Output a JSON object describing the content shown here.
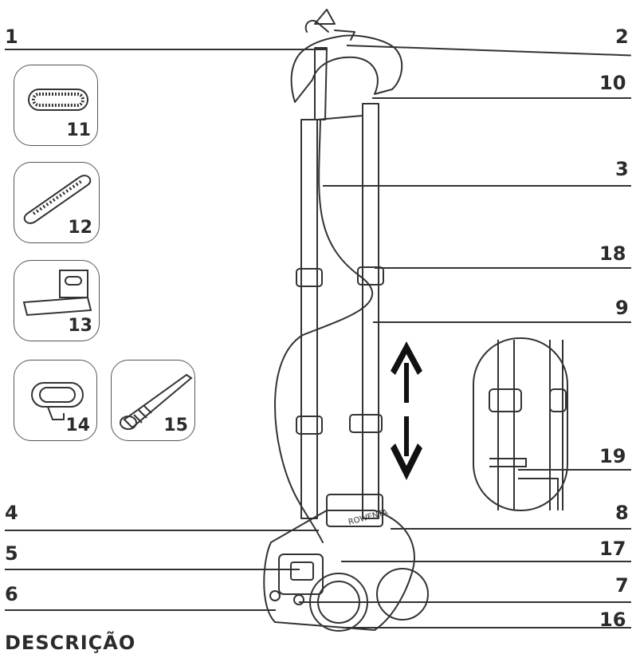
{
  "labels": {
    "l1": "1",
    "l2": "2",
    "l3": "3",
    "l4": "4",
    "l5": "5",
    "l6": "6",
    "l7": "7",
    "l8": "8",
    "l9": "9",
    "l10": "10",
    "l11": "11",
    "l12": "12",
    "l13": "13",
    "l14": "14",
    "l15": "15",
    "l16": "16",
    "l17": "17",
    "l18": "18",
    "l19": "19"
  },
  "brand": "ROWENTA",
  "heading": "DESCRIÇÃO"
}
